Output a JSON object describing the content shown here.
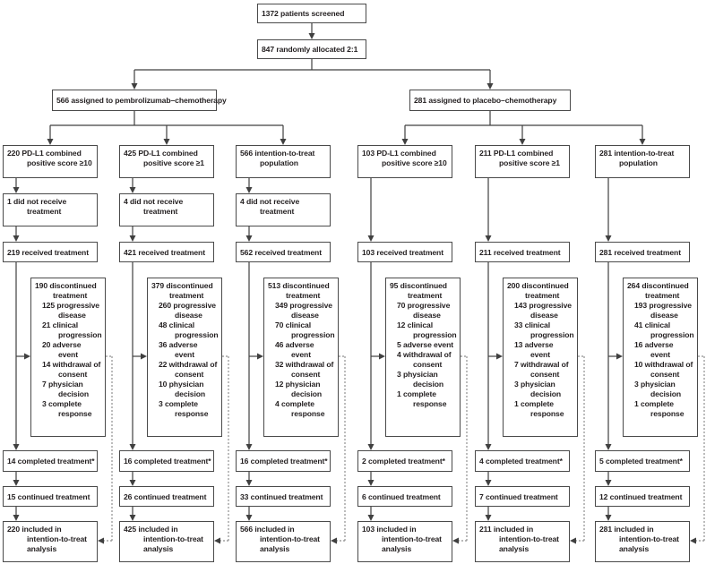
{
  "figure": {
    "screened": "1372 patients screened",
    "allocated": "847 randomly allocated 2:1"
  },
  "arms": [
    {
      "assigned": "566 assigned to pembrolizumab–chemotherapy"
    },
    {
      "assigned": "281 assigned to placebo–chemotherapy"
    }
  ],
  "columns": [
    {
      "subgroup": "220 PD-L1 combined positive score ≥10",
      "did_not_receive": "1 did not receive treatment",
      "received": "219 received treatment",
      "discontinued": {
        "total": "190 discontinued treatment",
        "reasons": [
          "125 progressive disease",
          "21 clinical progression",
          "20 adverse event",
          "14 withdrawal of consent",
          "7 physician decision",
          "3 complete response"
        ]
      },
      "completed": "14 completed treatment*",
      "continued": "15 continued treatment",
      "itt": "220 included in intention-to-treat analysis"
    },
    {
      "subgroup": "425 PD-L1 combined positive score ≥1",
      "did_not_receive": "4 did not receive treatment",
      "received": "421 received treatment",
      "discontinued": {
        "total": "379 discontinued treatment",
        "reasons": [
          "260 progressive disease",
          "48 clinical progression",
          "36 adverse event",
          "22 withdrawal of consent",
          "10 physician decision",
          "3 complete response"
        ]
      },
      "completed": "16 completed treatment*",
      "continued": "26 continued treatment",
      "itt": "425 included in intention-to-treat analysis"
    },
    {
      "subgroup": "566 intention-to-treat population",
      "did_not_receive": "4 did not receive treatment",
      "received": "562 received treatment",
      "discontinued": {
        "total": "513 discontinued treatment",
        "reasons": [
          "349 progressive disease",
          "70 clinical progression",
          "46 adverse event",
          "32 withdrawal of consent",
          "12 physician decision",
          "4 complete response"
        ]
      },
      "completed": "16 completed treatment*",
      "continued": "33 continued treatment",
      "itt": "566 included in intention-to-treat analysis"
    },
    {
      "subgroup": "103 PD-L1 combined positive score ≥10",
      "received": "103 received treatment",
      "discontinued": {
        "total": "95 discontinued treatment",
        "reasons": [
          "70 progressive disease",
          "12 clinical progression",
          "5 adverse event",
          "4 withdrawal of consent",
          "3 physician decision",
          "1 complete response"
        ]
      },
      "completed": "2 completed treatment*",
      "continued": "6 continued treatment",
      "itt": "103 included in intention-to-treat analysis"
    },
    {
      "subgroup": "211 PD-L1 combined positive score ≥1",
      "received": "211 received treatment",
      "discontinued": {
        "total": "200 discontinued treatment",
        "reasons": [
          "143 progressive disease",
          "33 clinical progression",
          "13 adverse event",
          "7 withdrawal of consent",
          "3 physician decision",
          "1 complete response"
        ]
      },
      "completed": "4 completed treatment*",
      "continued": "7 continued treatment",
      "itt": "211 included in intention-to-treat analysis"
    },
    {
      "subgroup": "281 intention-to-treat population",
      "received": "281 received treatment",
      "discontinued": {
        "total": "264 discontinued treatment",
        "reasons": [
          "193 progressive disease",
          "41 clinical progression",
          "16 adverse event",
          "10 withdrawal of consent",
          "3 physician decision",
          "1 complete response"
        ]
      },
      "completed": "5 completed treatment*",
      "continued": "12 continued treatment",
      "itt": "281 included in intention-to-treat analysis"
    }
  ],
  "colors": {
    "line": "#404040",
    "dashed": "#8f8f8f",
    "border": "#4a4a4a",
    "text": "#231f20",
    "background": "#ffffff"
  }
}
